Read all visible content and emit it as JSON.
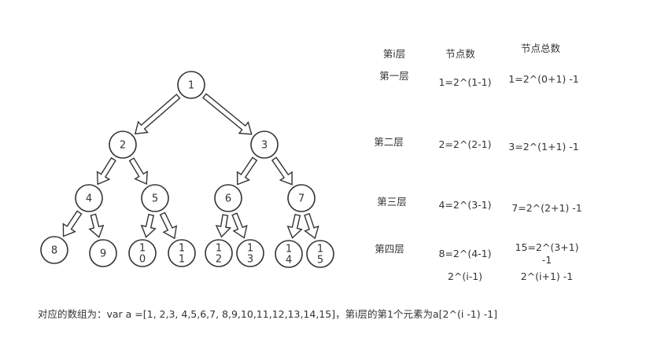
{
  "nodes": [
    {
      "id": "1",
      "lines": [
        "1"
      ]
    },
    {
      "id": "2",
      "lines": [
        "2"
      ]
    },
    {
      "id": "3",
      "lines": [
        "3"
      ]
    },
    {
      "id": "4",
      "lines": [
        "4"
      ]
    },
    {
      "id": "5",
      "lines": [
        "5"
      ]
    },
    {
      "id": "6",
      "lines": [
        "6"
      ]
    },
    {
      "id": "7",
      "lines": [
        "7"
      ]
    },
    {
      "id": "8",
      "lines": [
        "8"
      ]
    },
    {
      "id": "9",
      "lines": [
        "9"
      ]
    },
    {
      "id": "10",
      "lines": [
        "1",
        "0"
      ]
    },
    {
      "id": "11",
      "lines": [
        "1",
        "1"
      ]
    },
    {
      "id": "12",
      "lines": [
        "1",
        "2"
      ]
    },
    {
      "id": "13",
      "lines": [
        "1",
        "3"
      ]
    },
    {
      "id": "14",
      "lines": [
        "1",
        "4"
      ]
    },
    {
      "id": "15",
      "lines": [
        "1",
        "5"
      ]
    }
  ],
  "edges": [
    [
      "1",
      "2"
    ],
    [
      "1",
      "3"
    ],
    [
      "2",
      "4"
    ],
    [
      "2",
      "5"
    ],
    [
      "3",
      "6"
    ],
    [
      "3",
      "7"
    ],
    [
      "4",
      "8"
    ],
    [
      "4",
      "9"
    ],
    [
      "5",
      "10"
    ],
    [
      "5",
      "11"
    ],
    [
      "6",
      "12"
    ],
    [
      "6",
      "13"
    ],
    [
      "7",
      "14"
    ],
    [
      "7",
      "15"
    ]
  ],
  "table": {
    "headers": [
      "第i层",
      "节点数",
      "节点总数"
    ],
    "rows": [
      {
        "layer": "第一层",
        "count": "1=2^(1-1)",
        "total": [
          "1=2^(0+1) -1"
        ]
      },
      {
        "layer": "第二层",
        "count": "2=2^(2-1)",
        "total": [
          "3=2^(1+1) -1"
        ]
      },
      {
        "layer": "第三层",
        "count": "4=2^(3-1)",
        "total": [
          "7=2^(2+1) -1"
        ]
      },
      {
        "layer": "第四层",
        "count": "8=2^(4-1)",
        "total": [
          "15=2^(3+1)",
          "-1"
        ]
      }
    ],
    "formula": {
      "count": "2^(i-1)",
      "total": "2^(i+1) -1"
    }
  },
  "caption": "对应的数组为：var a =[1,  2,3,  4,5,6,7,  8,9,10,11,12,13,14,15]，第i层的第1个元素为a[2^(i -1) -1]"
}
